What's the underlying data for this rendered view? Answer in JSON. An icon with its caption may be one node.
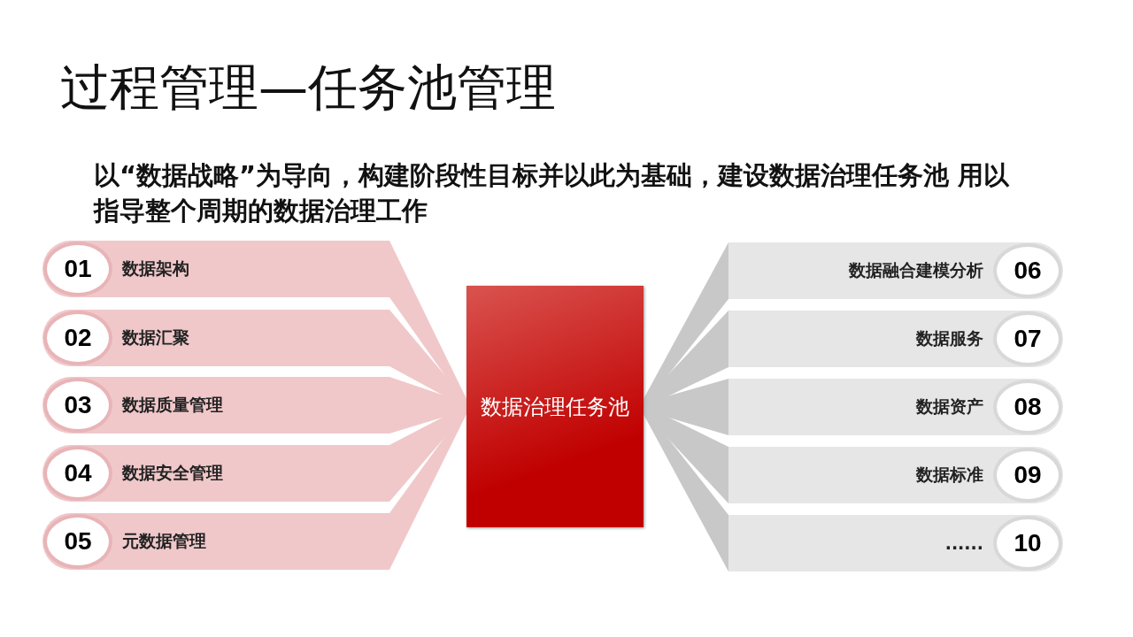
{
  "diagram": {
    "title": "过程管理—任务池管理",
    "nodes": [
      {
        "text": [
          "01",
          "数据架构"
        ]
      },
      {
        "text": [
          "02",
          "数据汇聚"
        ]
      },
      {
        "text": [
          "03",
          "数据质量管理"
        ]
      },
      {
        "text": [
          "04",
          "数据安全管理"
        ]
      },
      {
        "text": [
          "05",
          "元数据管理"
        ]
      },
      {
        "text": [
          "数据治理任务池"
        ]
      },
      {
        "text": [
          "数据融合建模分析",
          "06"
        ]
      },
      {
        "text": [
          "数据服务",
          "07"
        ]
      },
      {
        "text": [
          "数据资产",
          "08"
        ]
      },
      {
        "text": [
          "数据标准",
          "09"
        ]
      },
      {
        "text": [
          "......",
          "10"
        ]
      }
    ],
    "edges": [
      {
        "from": 0,
        "to": 5,
        "arrow": "none",
        "color": "#f0c8ca"
      },
      {
        "from": 1,
        "to": 5,
        "arrow": "none",
        "color": "#f0c8ca"
      },
      {
        "from": 2,
        "to": 5,
        "arrow": "none",
        "color": "#f0c8ca"
      },
      {
        "from": 3,
        "to": 5,
        "arrow": "none",
        "color": "#f0c8ca"
      },
      {
        "from": 4,
        "to": 5,
        "arrow": "none",
        "color": "#f0c8ca"
      },
      {
        "from": 5,
        "to": 6,
        "arrow": "none",
        "color": "#c8c8c8"
      },
      {
        "from": 5,
        "to": 7,
        "arrow": "none",
        "color": "#c8c8c8"
      },
      {
        "from": 5,
        "to": 8,
        "arrow": "none",
        "color": "#c8c8c8"
      },
      {
        "from": 5,
        "to": 9,
        "arrow": "none",
        "color": "#c8c8c8"
      },
      {
        "from": 5,
        "to": 10,
        "arrow": "none",
        "color": "#c8c8c8"
      }
    ],
    "labels": [
      "以“数据战略”为导向，构建阶段性目标并以此为基础，建设数据治理任务池 用以指导整个周期的数据治理工作"
    ]
  }
}
